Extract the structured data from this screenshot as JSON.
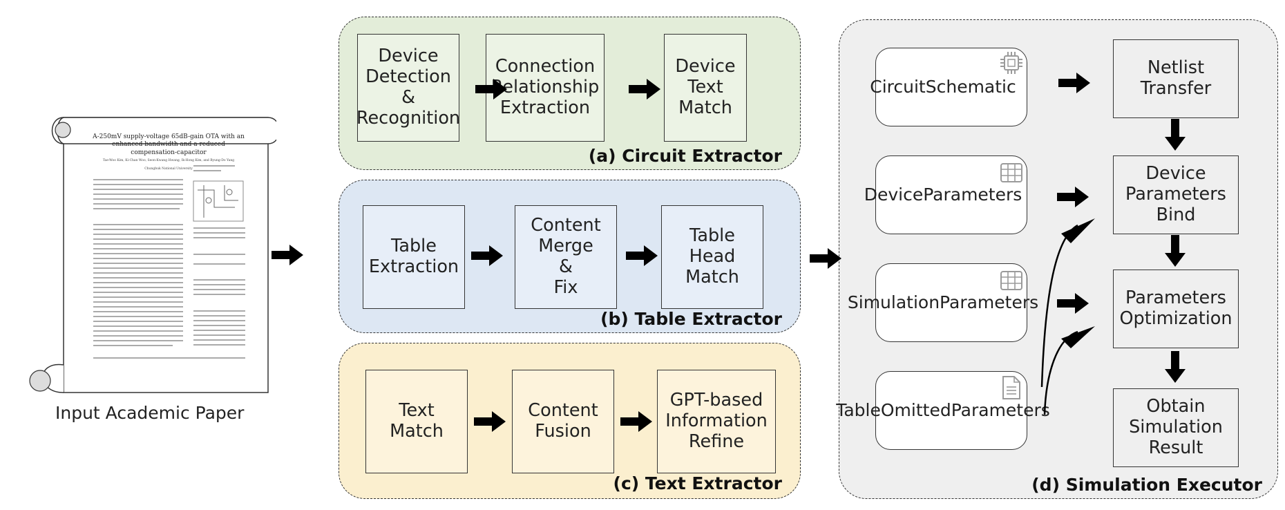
{
  "paper": {
    "caption": "Input Academic Paper",
    "doc_title": "A-250mV supply-voltage 65dB-gain OTA with an enhanced bandwidth and a reduced compensation-capacitor",
    "authors": "Tae-Woo Kim, Ki-Chan Woo, Seon-Kwang Hwang, Ik-Hong Kim, and Byung-Do Yang",
    "affiliation": "Chungbuk National University"
  },
  "panel_a": {
    "title": "(a) Circuit Extractor",
    "color": "#e3edd9",
    "steps": [
      {
        "lines": [
          "Device",
          "Detection",
          "&",
          "Recognition"
        ]
      },
      {
        "lines": [
          "Connection",
          "Relationship",
          "Extraction"
        ]
      },
      {
        "lines": [
          "Device",
          "Text",
          "Match"
        ]
      }
    ]
  },
  "panel_b": {
    "title": "(b) Table Extractor",
    "color": "#dde7f3",
    "steps": [
      {
        "lines": [
          "Table",
          "Extraction"
        ]
      },
      {
        "lines": [
          "Content",
          "Merge",
          "&",
          "Fix"
        ]
      },
      {
        "lines": [
          "Table",
          "Head",
          "Match"
        ]
      }
    ]
  },
  "panel_c": {
    "title": "(c) Text Extractor",
    "color": "#fbefcf",
    "steps": [
      {
        "lines": [
          "Text",
          "Match"
        ]
      },
      {
        "lines": [
          "Content",
          "Fusion"
        ]
      },
      {
        "lines": [
          "GPT-based",
          "Information",
          "Refine"
        ]
      }
    ]
  },
  "panel_d": {
    "title": "(d) Simulation Executor",
    "color": "#efefef",
    "inputs": [
      {
        "lines": [
          "Circuit",
          "Schematic"
        ],
        "icon": "chip-icon"
      },
      {
        "lines": [
          "Device",
          "Parameters"
        ],
        "icon": "table-icon"
      },
      {
        "lines": [
          "Simulation",
          "Parameters"
        ],
        "icon": "table-icon"
      },
      {
        "lines": [
          "Table",
          "Omitted",
          "Parameters"
        ],
        "icon": "document-icon"
      }
    ],
    "steps": [
      {
        "lines": [
          "Netlist",
          "Transfer"
        ]
      },
      {
        "lines": [
          "Device",
          "Parameters",
          "Bind"
        ]
      },
      {
        "lines": [
          "Parameters",
          "Optimization"
        ]
      },
      {
        "lines": [
          "Obtain",
          "Simulation",
          "Result"
        ]
      }
    ]
  }
}
